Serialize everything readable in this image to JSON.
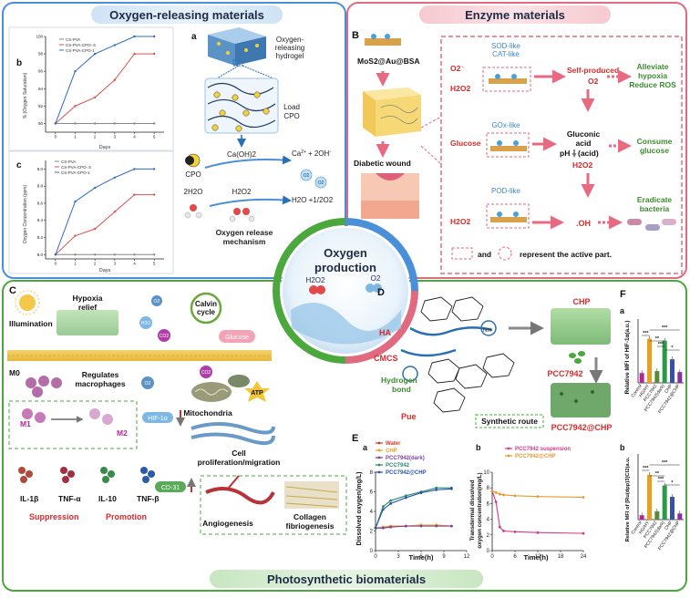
{
  "sections": {
    "oxygen_title": "Oxygen-releasing materials",
    "enzyme_title": "Enzyme materials",
    "photo_title": "Photosynthetic biomaterials",
    "center": {
      "line1": "Oxygen",
      "line2": "production",
      "h2o2": "H2O2",
      "o2": "O2"
    }
  },
  "panelA": {
    "letter": "A",
    "b": {
      "letter": "b",
      "ylabel": "% (Oxygen Saturation)",
      "xlabel": "Days",
      "legend": [
        "CS-PVA",
        "CS-PVA-CPO-.5",
        "CS-PVA-CPO-1"
      ]
    },
    "c": {
      "letter": "c",
      "ylabel": "Oxygen Concentration (ppm)",
      "xlabel": "Days",
      "legend": [
        "CS-PVA",
        "CS-PVA-CPO-.5",
        "CS-PVA-CPO-1"
      ]
    },
    "a": {
      "letter": "a",
      "hydrogel": [
        "Oxygen-",
        "releasing",
        "hydrogel"
      ],
      "load": [
        "Load",
        "CPO"
      ],
      "cpo": "CPO",
      "caoh": "Ca(OH)2",
      "ca": "Ca",
      "ca_sup": "2+",
      "oh": "+ 2OH",
      "oh_sup": "-",
      "h2o": "2H2O",
      "h2o2": "H2O2",
      "products": "H2O +1/2O2",
      "o2a": "O2",
      "o2b": "O2",
      "mechanism": [
        "Oxygen release",
        "mechanism"
      ]
    }
  },
  "panelB": {
    "letter": "B",
    "mos2": "MoS2@Au@BSA",
    "wound": "Diabetic wound",
    "sod": [
      "SOD-like",
      "CAT-like"
    ],
    "o2minus": "O2",
    "o2minus_sup": "·-",
    "h2o2_1": "H2O2",
    "self_o2": [
      "Self-produced",
      "O2"
    ],
    "alleviate": [
      "Alleviate",
      "hypoxia",
      "Reduce ROS"
    ],
    "gox": "GOx-like",
    "glucose": "Glucose",
    "gluconic": [
      "Gluconic",
      "acid"
    ],
    "ph": "pH",
    "acid": "(acid)",
    "h2o2_2": "H2O2",
    "consume": [
      "Consume",
      "glucose"
    ],
    "pod": "POD-like",
    "h2o2_3": "H2O2",
    "oh_radical": ".OH",
    "eradicate": [
      "Eradicate",
      "bacteria"
    ],
    "and_text": "and",
    "active": "represent the active part."
  },
  "panelC": {
    "letter": "C",
    "illumination": "Illumination",
    "hypoxia": [
      "Hypoxia",
      "relief"
    ],
    "calvin": [
      "Calvin",
      "cycle"
    ],
    "glucose": "Glucose",
    "co2": "CO2",
    "o2": "O2",
    "h2o": "H2O",
    "atp": "ATP",
    "m0": "M0",
    "regulates": [
      "Regulates",
      "macrophages"
    ],
    "mito": "Mitochondria",
    "m1": "M1",
    "m2": "M2",
    "hif": "HIF-1α",
    "cell": [
      "Cell",
      "proliferation/migration"
    ],
    "il1b": "IL-1β",
    "tnfa": "TNF-α",
    "il10": "IL-10",
    "tnfb": "TNF-β",
    "cd31": "CD-31",
    "suppression": "Suppression",
    "promotion": "Promotion",
    "angio": "Angiogenesis",
    "collagen": [
      "Collagen",
      "fibriogenesis"
    ]
  },
  "panelD": {
    "letter": "D",
    "ha": "HA",
    "cmcs": "CMCS",
    "hbond": [
      "Hydrogen",
      "bond"
    ],
    "pue": "Pue",
    "nh": "NH",
    "chp": "CHP",
    "pcc": "PCC7942",
    "pccchp": "PCC7942@CHP",
    "synthetic": "Synthetic route"
  },
  "panelE": {
    "letter": "E",
    "a": {
      "letter": "a",
      "ylabel": "Dissolved oxygen(mg/L)",
      "xlabel": "Time(h)",
      "legend": [
        "Water",
        "CHP",
        "PCC7942(dark)",
        "PCC7942",
        "PCC7942@CHP"
      ]
    },
    "b": {
      "letter": "b",
      "ylabel": [
        "Transdermal dissolved",
        "oxygen concentration(mg/L)"
      ],
      "xlabel": "Time(h)",
      "legend": [
        "PCC7942 suspension",
        "PCC7942@CHP"
      ]
    }
  },
  "panelF": {
    "letter": "F",
    "a": {
      "letter": "a",
      "ylabel": "Relative MFI of HIF-1α(a.u.)"
    },
    "b": {
      "letter": "b",
      "ylabel": "Relative MFI of [Ru(dpp)3]Cl2(a.u."
    },
    "categories": [
      "Control",
      "HG/HY",
      "PCC7942",
      "PCC7942(dark)",
      "CHP",
      "PCC7942@CHP"
    ],
    "sig": {
      "s3": "***",
      "s2": "**",
      "s1": "*"
    }
  },
  "chart_data": [
    {
      "id": "A-b",
      "type": "line",
      "xlabel": "Days",
      "ylabel": "% (Oxygen Saturation)",
      "xlim": [
        -0.5,
        5.5
      ],
      "ylim": [
        89,
        100
      ],
      "x": [
        0,
        1,
        2,
        3,
        4,
        5
      ],
      "yticks": [
        90,
        92,
        94,
        96,
        98,
        100
      ],
      "series": [
        {
          "name": "CS-PVA",
          "color": "#888888",
          "values": [
            90,
            90,
            90,
            90,
            90,
            90
          ]
        },
        {
          "name": "CS-PVA-CPO-.5",
          "color": "#d9534f",
          "values": [
            90,
            92,
            93,
            95,
            98,
            98
          ]
        },
        {
          "name": "CS-PVA-CPO-1",
          "color": "#2e6bbf",
          "values": [
            90,
            96,
            98,
            99,
            100,
            100
          ]
        }
      ]
    },
    {
      "id": "A-c",
      "type": "line",
      "xlabel": "Days",
      "ylabel": "Oxygen Concentration (ppm)",
      "xlim": [
        -0.5,
        5.5
      ],
      "ylim": [
        7.95,
        9.1
      ],
      "x": [
        0,
        1,
        2,
        3,
        4,
        5
      ],
      "yticks": [
        8.0,
        8.2,
        8.4,
        8.6,
        8.8,
        9.0
      ],
      "series": [
        {
          "name": "CS-PVA",
          "color": "#888888",
          "values": [
            8.0,
            8.0,
            8.0,
            8.0,
            8.0,
            8.0
          ]
        },
        {
          "name": "CS-PVA-CPO-.5",
          "color": "#d9534f",
          "values": [
            8.0,
            8.22,
            8.3,
            8.5,
            8.7,
            8.7
          ]
        },
        {
          "name": "CS-PVA-CPO-1",
          "color": "#2e6bbf",
          "values": [
            8.0,
            8.62,
            8.78,
            8.9,
            9.0,
            9.0
          ]
        }
      ]
    },
    {
      "id": "E-a",
      "type": "line",
      "xlabel": "Time(h)",
      "ylabel": "Dissolved oxygen(mg/L)",
      "xlim": [
        0,
        12
      ],
      "ylim": [
        0,
        8
      ],
      "xticks": [
        0,
        3,
        6,
        9,
        12
      ],
      "yticks": [
        0,
        2,
        4,
        6,
        8
      ],
      "series": [
        {
          "name": "Water",
          "color": "#d9362b",
          "x": [
            0,
            1,
            2,
            4,
            6,
            8,
            10
          ],
          "values": [
            2.3,
            2.4,
            2.5,
            2.5,
            2.6,
            2.6,
            2.5
          ]
        },
        {
          "name": "CHP",
          "color": "#e8a020",
          "x": [
            0,
            1,
            2,
            4,
            6,
            8,
            10
          ],
          "values": [
            2.3,
            2.4,
            2.5,
            2.5,
            2.6,
            2.6,
            2.5
          ]
        },
        {
          "name": "PCC7942(dark)",
          "color": "#7b3fa0",
          "x": [
            0,
            1,
            2,
            4,
            6,
            8,
            10
          ],
          "values": [
            2.3,
            2.3,
            2.4,
            2.5,
            2.5,
            2.5,
            2.5
          ]
        },
        {
          "name": "PCC7942",
          "color": "#2a8a6e",
          "x": [
            0,
            1,
            2,
            4,
            6,
            8,
            10
          ],
          "values": [
            2.3,
            4.5,
            5.1,
            5.6,
            6.0,
            6.4,
            6.4
          ]
        },
        {
          "name": "PCC7942@CHP",
          "color": "#2b55a8",
          "x": [
            0,
            1,
            2,
            4,
            6,
            8,
            10
          ],
          "values": [
            2.3,
            4.2,
            4.8,
            5.4,
            5.9,
            6.2,
            6.3
          ]
        }
      ]
    },
    {
      "id": "E-b",
      "type": "line",
      "xlabel": "Time(h)",
      "ylabel": "Transdermal dissolved oxygen concentration(mg/L)",
      "xlim": [
        0,
        24
      ],
      "ylim": [
        0,
        10
      ],
      "xticks": [
        0,
        6,
        12,
        18,
        24
      ],
      "yticks": [
        0,
        2,
        4,
        6,
        8,
        10
      ],
      "series": [
        {
          "name": "PCC7942 suspension",
          "color": "#d43a8a",
          "x": [
            0,
            1,
            2,
            3,
            6,
            12,
            24
          ],
          "values": [
            7.6,
            6.2,
            3.0,
            2.5,
            2.4,
            2.3,
            2.2
          ]
        },
        {
          "name": "PCC7942@CHP",
          "color": "#e89a30",
          "x": [
            0,
            1,
            2,
            3,
            6,
            12,
            24
          ],
          "values": [
            7.6,
            7.4,
            7.2,
            7.1,
            7.0,
            6.9,
            6.8
          ]
        }
      ]
    },
    {
      "id": "F-a",
      "type": "bar",
      "ylabel": "Relative MFI of HIF-1α(a.u.)",
      "categories": [
        "Control",
        "HG/HY",
        "PCC7942",
        "PCC7942(dark)",
        "CHP",
        "PCC7942@CHP"
      ],
      "values": [
        1.0,
        4.5,
        1.2,
        4.3,
        2.4,
        1.1
      ],
      "ylim": [
        0,
        6.5
      ],
      "colors": [
        "#b4249a",
        "#e8a020",
        "#5a8a38",
        "#2a9a48",
        "#3a4fa8",
        "#8a2fa0"
      ]
    },
    {
      "id": "F-b",
      "type": "bar",
      "ylabel": "Relative MFI of [Ru(dpp)3]Cl2(a.u.",
      "categories": [
        "Control",
        "HG/HY",
        "PCC7942",
        "PCC7942(dark)",
        "CHP",
        "PCC7942@CHP"
      ],
      "values": [
        1.0,
        10.2,
        1.9,
        7.8,
        5.2,
        1.4
      ],
      "ylim": [
        0,
        15
      ],
      "colors": [
        "#b4249a",
        "#e8a020",
        "#5a8a38",
        "#2a9a48",
        "#3a4fa8",
        "#8a2fa0"
      ]
    }
  ]
}
